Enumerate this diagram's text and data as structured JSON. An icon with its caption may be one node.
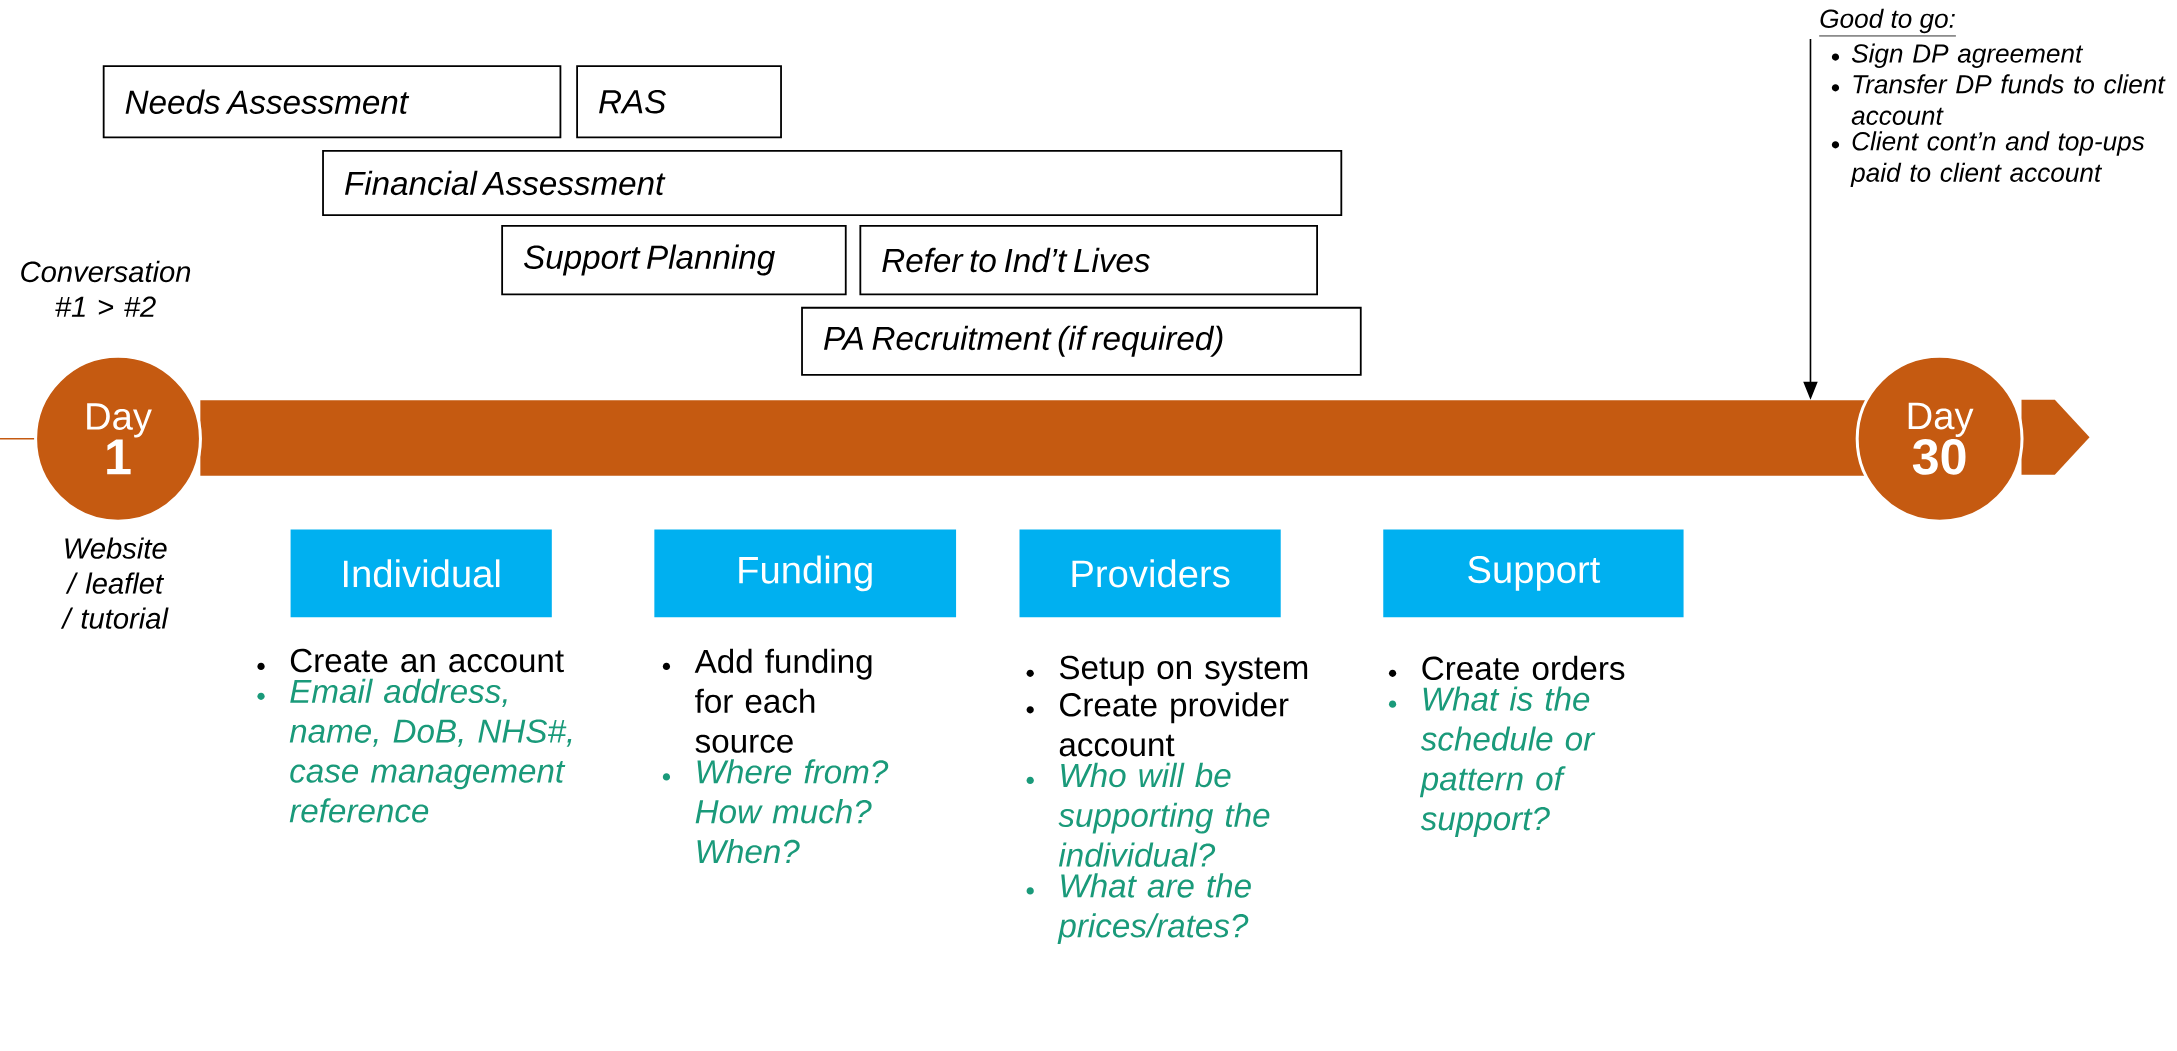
{
  "diagram": {
    "nodes": [
      {
        "text": [
          "Needs Assessment"
        ]
      },
      {
        "text": [
          "RAS"
        ]
      },
      {
        "text": [
          "Financial Assessment"
        ]
      },
      {
        "text": [
          "Support Planning"
        ]
      },
      {
        "text": [
          "Refer to Ind’t Lives"
        ]
      },
      {
        "text": [
          "PA Recruitment (if required)"
        ]
      },
      {
        "text": [
          "Good to go:",
          "Sign DP agreement",
          "Transfer DP funds to client account",
          "Client cont’n and top-ups paid to client account"
        ]
      },
      {
        "text": [
          "Day",
          "1"
        ],
        "beside": [
          "Conversation #1 > #2",
          "Website / leaflet / tutorial"
        ]
      },
      {
        "text": [],
        "shape": "bar"
      },
      {
        "text": [
          "Day",
          "30"
        ]
      },
      {
        "text": [
          "Individual"
        ],
        "beside": [
          "Create an account",
          "Email address, name, DoB, NHS#, case management reference"
        ]
      },
      {
        "text": [
          "Funding"
        ],
        "beside": [
          "Add funding for each source",
          "Where from? How much? When?"
        ]
      },
      {
        "text": [
          "Providers"
        ],
        "beside": [
          "Setup on system",
          "Create provider account",
          "Who will be supporting the individual?",
          "What are the prices/rates?"
        ]
      },
      {
        "text": [
          "Support"
        ],
        "beside": [
          "Create orders",
          "What is the schedule or pattern of support?"
        ]
      }
    ],
    "edges": [
      {
        "from": 6,
        "to": 8,
        "arrow": "to"
      },
      {
        "from": null,
        "to": 7,
        "arrow": "none",
        "color": "#c55a11"
      }
    ]
  }
}
